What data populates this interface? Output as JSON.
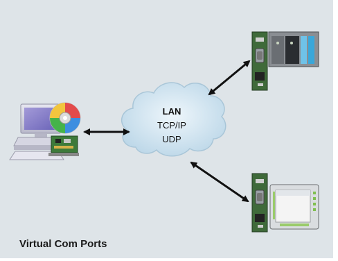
{
  "network": {
    "title": "LAN",
    "protocol_1": "TCP/IP",
    "protocol_2": "UDP"
  },
  "caption": "Virtual Com Ports",
  "colors": {
    "background": "#dee4e8",
    "cloud": "#cfe3ef",
    "device_green": "#3f6a3a",
    "arrow": "#111111"
  },
  "icons": [
    "pc-icon",
    "cd-icon",
    "interface-card-icon",
    "network-cloud",
    "serial-server-icon",
    "plc-icon",
    "hmi-panel-icon"
  ]
}
